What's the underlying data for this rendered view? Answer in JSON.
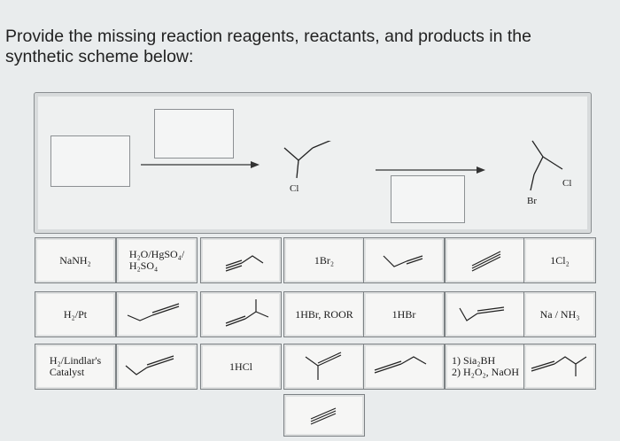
{
  "prompt": {
    "line1": "Provide the missing reaction reagents, reactants, and products in the",
    "line2": "synthetic scheme below:"
  },
  "scheme": {
    "product1_label": "Cl",
    "product2_label_cl": "Cl",
    "product2_label_br": "Br"
  },
  "tiles": {
    "nanh2": "NaNH₂",
    "h2o_hgso4_line1": "H₂O/HgSO₄/",
    "h2o_hgso4_line2": "H₂SO₄",
    "br2": "1Br₂",
    "cl2": "1Cl₂",
    "h2pt": "H₂/Pt",
    "hbr_roor": "1HBr, ROOR",
    "hbr": "1HBr",
    "na_nh3": "Na / NH₃",
    "lindlar_line1": "H₂/Lindlar's",
    "lindlar_line2": "Catalyst",
    "hcl": "1HCl",
    "hydroboration_line1": "1) Sia₂BH",
    "hydroboration_line2": "2) H₂O₂, NaOH"
  }
}
